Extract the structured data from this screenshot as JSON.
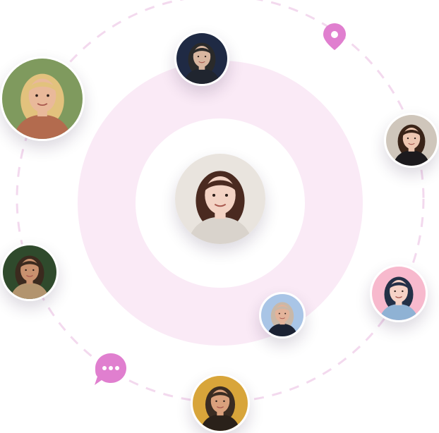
{
  "accent_color": "#e07fcf",
  "ring_color": "#faeaf6",
  "orbit_dash_color": "#f3d9ee",
  "icons": {
    "location": "location-pin-icon",
    "chat": "chat-bubble-icon"
  },
  "profiles": [
    {
      "id": "center",
      "name": "center-profile-avatar",
      "palette": {
        "bg": "#e9e4de",
        "hair": "#4a2a20",
        "skin": "#f3d3c4",
        "clothes": "#d9d3cc"
      }
    },
    {
      "id": "top",
      "name": "top-profile-avatar",
      "palette": {
        "bg": "#1f2a44",
        "hair": "#2a2a2a",
        "skin": "#d8b6a0",
        "clothes": "#20252f"
      }
    },
    {
      "id": "top-left",
      "name": "top-left-profile-avatar",
      "palette": {
        "bg": "#7f9a5e",
        "hair": "#e2c27d",
        "skin": "#e9b99a",
        "clothes": "#b36b4e"
      }
    },
    {
      "id": "right",
      "name": "right-profile-avatar",
      "palette": {
        "bg": "#cfc6bb",
        "hair": "#3a2418",
        "skin": "#eec7b1",
        "clothes": "#1c1a1d"
      }
    },
    {
      "id": "left",
      "name": "left-profile-avatar",
      "palette": {
        "bg": "#2f4a2c",
        "hair": "#3b2a1e",
        "skin": "#c8916e",
        "clothes": "#b2946e"
      }
    },
    {
      "id": "bottom-right",
      "name": "bottom-right-profile-avatar",
      "palette": {
        "bg": "#f7b9cd",
        "hair": "#233047",
        "skin": "#f5d2c6",
        "clothes": "#8fb2d4"
      }
    },
    {
      "id": "middle-right",
      "name": "middle-right-profile-avatar",
      "palette": {
        "bg": "#a9c5e6",
        "hair": "#c9b8a8",
        "skin": "#e3b39a",
        "clothes": "#1b2233"
      }
    },
    {
      "id": "bottom",
      "name": "bottom-profile-avatar",
      "palette": {
        "bg": "#d8a53a",
        "hair": "#3a2c22",
        "skin": "#d9a07c",
        "clothes": "#2a211a"
      }
    }
  ]
}
